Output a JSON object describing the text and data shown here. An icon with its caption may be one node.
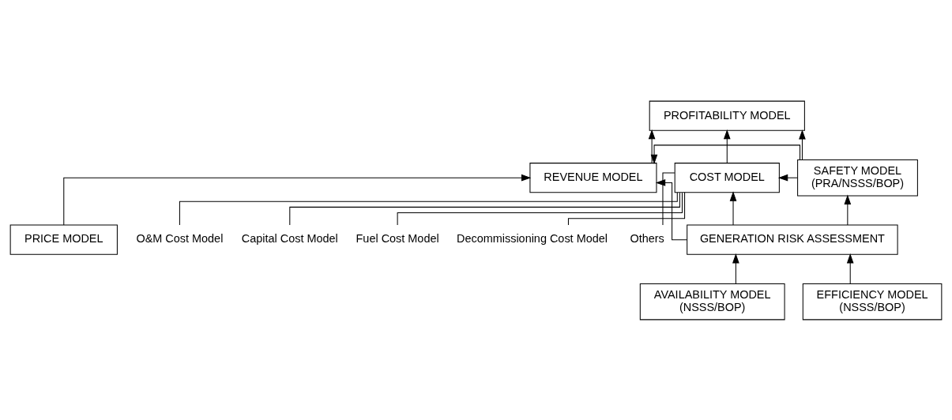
{
  "diagram": {
    "nodes": [
      {
        "text": [
          "PROFITABILITY MODEL"
        ]
      },
      {
        "text": [
          "REVENUE MODEL"
        ]
      },
      {
        "text": [
          "SAFETY MODEL",
          "(PRA/NSSS/BOP)"
        ]
      },
      {
        "text": [
          "COST MODEL"
        ]
      },
      {
        "text": [
          "PRICE MODEL"
        ]
      },
      {
        "text": [
          "GENERATION RISK ASSESSMENT"
        ]
      },
      {
        "text": [
          "AVAILABILITY MODEL",
          "(NSSS/BOP)"
        ]
      },
      {
        "text": [
          "EFFICIENCY MODEL",
          "(NSSS/BOP)"
        ]
      },
      {
        "text": [
          "O&M Cost Model"
        ]
      },
      {
        "text": [
          "Capital Cost Model"
        ]
      },
      {
        "text": [
          "Fuel Cost Model"
        ]
      },
      {
        "text": [
          "Decommissioning Cost Model"
        ]
      },
      {
        "text": [
          "Others"
        ]
      }
    ],
    "edges": [
      {
        "from": 1,
        "to": 0,
        "arrow": "to"
      },
      {
        "from": 2,
        "to": 0,
        "arrow": "to"
      },
      {
        "from": 3,
        "to": 0,
        "arrow": "to"
      },
      {
        "from": 2,
        "to": 1,
        "arrow": "to"
      },
      {
        "from": 2,
        "to": 3,
        "arrow": "to"
      },
      {
        "from": 4,
        "to": 1,
        "arrow": "to"
      },
      {
        "from": 5,
        "to": 1,
        "arrow": "to"
      },
      {
        "from": 5,
        "to": 2,
        "arrow": "to"
      },
      {
        "from": 5,
        "to": 3,
        "arrow": "to"
      },
      {
        "from": 6,
        "to": 5,
        "arrow": "to"
      },
      {
        "from": 7,
        "to": 5,
        "arrow": "to"
      },
      {
        "from": 3,
        "to": 8,
        "arrow": "none"
      },
      {
        "from": 3,
        "to": 9,
        "arrow": "none"
      },
      {
        "from": 3,
        "to": 10,
        "arrow": "none"
      },
      {
        "from": 3,
        "to": 11,
        "arrow": "none"
      },
      {
        "from": 3,
        "to": 12,
        "arrow": "none"
      }
    ]
  }
}
